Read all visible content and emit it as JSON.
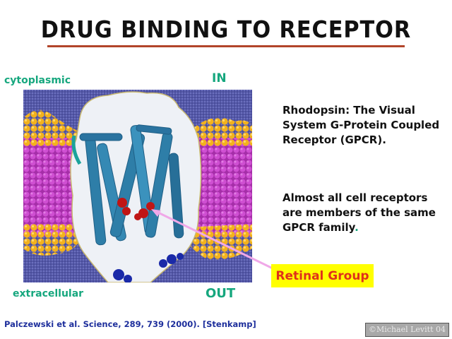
{
  "slide": {
    "title": "DRUG BINDING TO RECEPTOR",
    "title_rule_color": "#b2452a"
  },
  "figure": {
    "labels": {
      "top_left": "cytoplasmic",
      "top_right": "IN",
      "bottom_left": "extracellular",
      "bottom_right": "OUT"
    },
    "label_color": "#16a77e",
    "description": "Rhodopsin GPCR 7-helix bundle embedded in lipid membrane (purple/orange) with retinal group (red)",
    "colors": {
      "solvent": "#5458a8",
      "lipid_tails": "#c43fc8",
      "lipid_heads": "#f3b21c",
      "helices": "#2e7ea8",
      "surface": "#eef1f6",
      "retinal": "#c01515"
    }
  },
  "text_blocks": {
    "block1": "Rhodopsin:  The Visual System G-Protein Coupled Receptor (GPCR).",
    "block2_main": "Almost all cell receptors are members of the same GPCR family",
    "block2_end": "."
  },
  "callout": {
    "label": "Retinal Group",
    "bg_color": "#ffff00",
    "text_color": "#e0311a",
    "arrow_color": "#f0a8e8"
  },
  "footer": {
    "citation": "Palczewski et al. Science, 289, 739 (2000). [Stenkamp]",
    "copyright": "©Michael Levitt 04"
  }
}
